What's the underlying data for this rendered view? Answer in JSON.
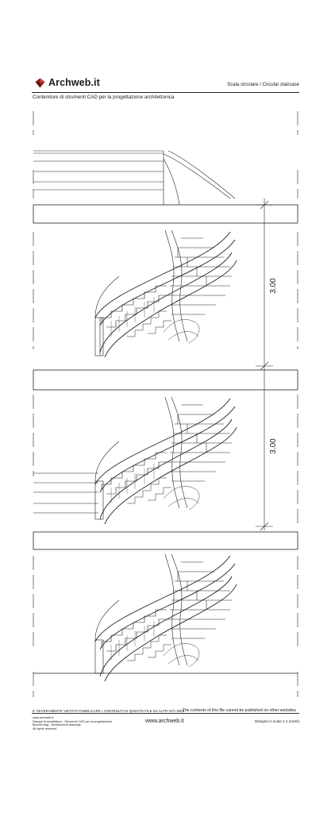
{
  "header": {
    "brand": "Archweb.it",
    "title": "Scala circolare  /  Circular staircase",
    "subtitle": "Contenitore di strumenti CAD per la progettazione architettonica"
  },
  "drawing": {
    "dimensions": [
      "3.00",
      "3.00"
    ]
  },
  "footer": {
    "legal_it": "E' SEVERAMENTE VIETATO PUBBLICARE I CONTENUTI DI QUESTO FILE SU ALTRI SITI WEB",
    "legal_en": "The contents of this file cannot be published on other websites",
    "site_lines": [
      "www.archweb.it",
      "Disegni di architettura - Strumenti CAD  per la progettazione",
      "Blocchi dwg - Architectural drawings",
      "All rights reserved"
    ],
    "url": "www.archweb.it",
    "scale": "Disegno in scala 1:1 (metri)"
  },
  "colors": {
    "logo": "#8b1e1e",
    "ink": "#1a1a1a"
  }
}
